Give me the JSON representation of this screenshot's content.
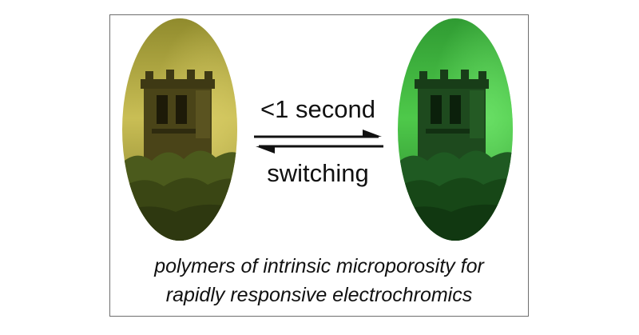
{
  "switch_label_top": "<1 second",
  "switch_label_bottom": "switching",
  "caption_line1": "polymers of intrinsic microporosity for",
  "caption_line2": "rapidly responsive electrochromics",
  "panels": {
    "left": {
      "tint": "#c8b93a",
      "state": "yellow"
    },
    "right": {
      "tint": "#3fc13f",
      "state": "green"
    }
  }
}
